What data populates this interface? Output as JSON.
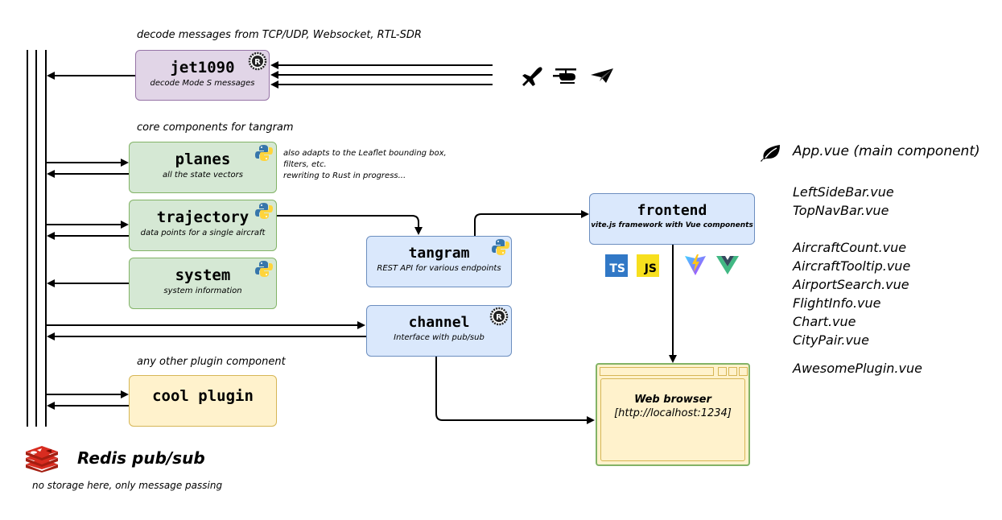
{
  "captions": {
    "decode": "decode messages from TCP/UDP, Websocket, RTL-SDR",
    "core": "core components for tangram",
    "other": "any other plugin component",
    "planes_note_1": "also adapts to the Leaflet bounding box,",
    "planes_note_2": "filters, etc.",
    "planes_note_3": "rewriting to Rust in progress..."
  },
  "boxes": {
    "jet1090": {
      "title": "jet1090",
      "subtitle": "decode Mode S messages"
    },
    "planes": {
      "title": "planes",
      "subtitle": "all the state vectors"
    },
    "trajectory": {
      "title": "trajectory",
      "subtitle": "data points for a single aircraft"
    },
    "system": {
      "title": "system",
      "subtitle": "system information"
    },
    "cool_plugin": {
      "title": "cool plugin"
    },
    "tangram": {
      "title": "tangram",
      "subtitle": "REST API for various endpoints"
    },
    "channel": {
      "title": "channel",
      "subtitle": "Interface with pub/sub"
    },
    "frontend": {
      "title": "frontend",
      "subtitle": "vite.js framework with Vue components"
    }
  },
  "browser": {
    "title": "Web browser",
    "url": "[http://localhost:1234]"
  },
  "redis": {
    "title": "Redis pub/sub",
    "note": "no storage here, only message passing"
  },
  "tech_badges": {
    "ts": "TS",
    "js": "JS"
  },
  "vue": {
    "main": "App.vue (main component)",
    "files": [
      "LeftSideBar.vue",
      "TopNavBar.vue",
      "AircraftCount.vue",
      "AircraftTooltip.vue",
      "AirportSearch.vue",
      "FlightInfo.vue",
      "Chart.vue",
      "CityPair.vue",
      "AwesomePlugin.vue"
    ]
  },
  "icons": [
    "rust-icon",
    "python-icon",
    "airplane-icon",
    "helicopter-icon",
    "paper-plane-icon",
    "redis-icon",
    "leaf-icon",
    "typescript-icon",
    "javascript-icon",
    "vite-icon",
    "vue-icon"
  ],
  "colors": {
    "purple": "#e1d5e7",
    "green": "#d5e8d4",
    "blue": "#dae8fc",
    "yellow": "#fff2cc",
    "browser_border": "#82b366",
    "redis_red": "#c6302b"
  }
}
